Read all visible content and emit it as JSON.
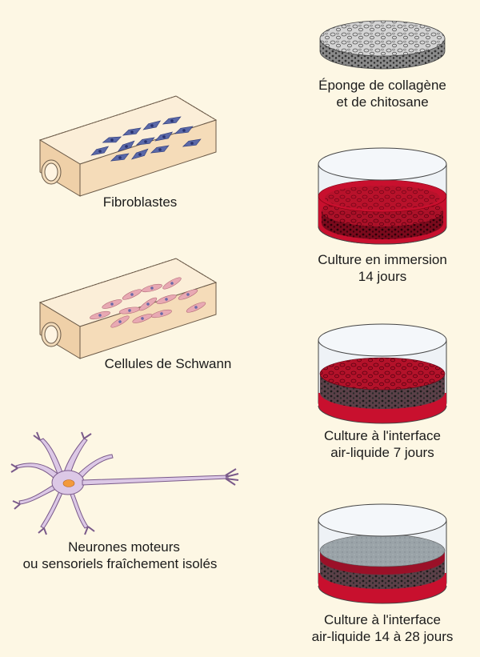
{
  "diagram": {
    "left_column": [
      {
        "id": "fibroblasts",
        "label": "Fibroblastes"
      },
      {
        "id": "schwann",
        "label": "Cellules de Schwann"
      },
      {
        "id": "neurons",
        "label_line1": "Neurones moteurs",
        "label_line2": "ou sensoriels fraîchement isolés"
      }
    ],
    "right_column": [
      {
        "id": "sponge",
        "label_line1": "Éponge de collagène",
        "label_line2": "et de chitosane"
      },
      {
        "id": "immersion",
        "label_line1": "Culture en immersion",
        "label_line2": "14 jours"
      },
      {
        "id": "interface7",
        "label_line1": "Culture à l'interface",
        "label_line2": "air-liquide 7 jours"
      },
      {
        "id": "interface28",
        "label_line1": "Culture à l'interface",
        "label_line2": "air-liquide 14 à 28 jours"
      }
    ]
  },
  "colors": {
    "background": "#fdf7e4",
    "flask": "#f7e1c2",
    "fibroblast": "#5a68a8",
    "schwann": "#e8a9b3",
    "neuron": "#dcc8e6",
    "nucleus": "#f39a3c",
    "medium_red": "#c8102e",
    "sponge_grey": "#c9c9c9",
    "dish_glass": "#e9eef4"
  },
  "icons": [
    "culture-flask-icon",
    "neuron-icon",
    "petri-dish-icon",
    "sponge-disc-icon"
  ]
}
